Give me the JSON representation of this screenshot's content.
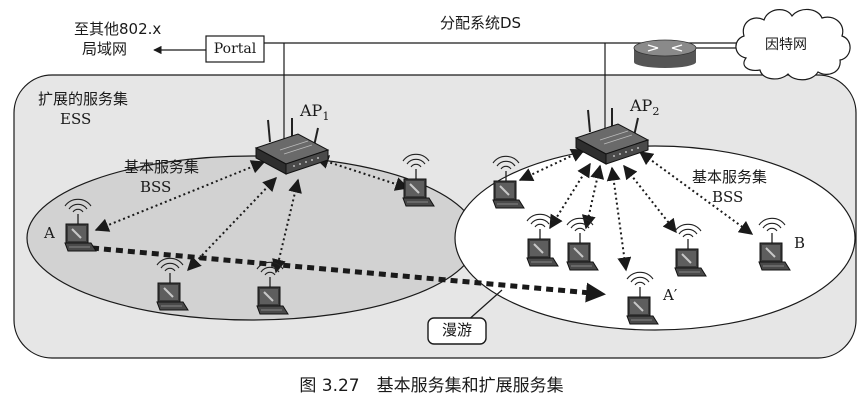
{
  "labels": {
    "other_lan_1": "至其他802.x",
    "other_lan_2": "局域网",
    "portal": "Portal",
    "ds": "分配系统DS",
    "internet": "因特网",
    "ess_1": "扩展的服务集",
    "ess_2": "ESS",
    "ap1": "AP",
    "ap1_sub": "1",
    "ap2": "AP",
    "ap2_sub": "2",
    "bss1_1": "基本服务集",
    "bss1_2": "BSS",
    "bss2_1": "基本服务集",
    "bss2_2": "BSS",
    "station_a": "A",
    "station_b": "B",
    "station_a2": "A′",
    "roaming": "漫游",
    "caption": "图 3.27　基本服务集和扩展服务集"
  },
  "colors": {
    "ess_fill": "#e6e6e6",
    "bss1_fill": "#d2d2d2",
    "bss2_fill": "#ffffff",
    "line": "#1a1a1a"
  },
  "icons": [
    "portal-box",
    "router-icon",
    "cloud-icon",
    "access-point-icon",
    "laptop-icon",
    "wireless-signal-icon"
  ]
}
